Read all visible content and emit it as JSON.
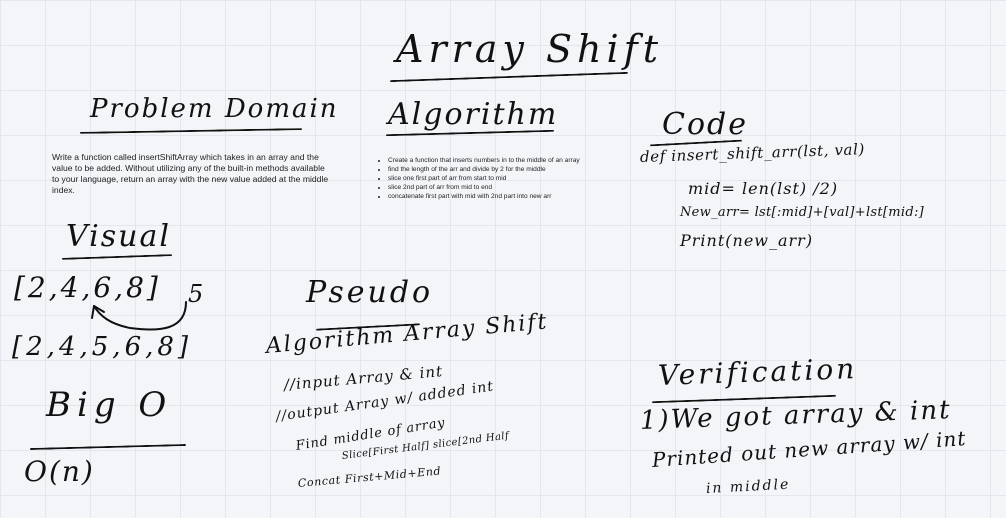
{
  "title": "Array Shift",
  "problem": {
    "heading": "Problem Domain",
    "text": "Write a function called insertShiftArray which takes in an array and the value to be added. Without utilizing any of the built-in methods available to your language, return an array with the new value added at the middle index."
  },
  "algorithm": {
    "heading": "Algorithm",
    "steps": [
      "Create a function that inserts numbers in to the middle of an array",
      "find the length of the arr and divide by 2 for the middle",
      "slice one first part of arr from start to mid",
      "slice 2nd part of arr from mid to end",
      "concatenate first part with mid with 2nd part into new arr"
    ]
  },
  "code": {
    "heading": "Code",
    "lines": [
      "def insert_shift_arr(lst, val)",
      "mid= len(lst) /2)",
      "New_arr= lst[:mid]+[val]+lst[mid:]",
      "Print(new_arr)"
    ]
  },
  "visual": {
    "heading": "Visual",
    "input_array": "[2,4,6,8]",
    "value": "5",
    "output_array": "[2,4,5,6,8]"
  },
  "bigo": {
    "heading": "Big O",
    "value": "O(n)"
  },
  "pseudo": {
    "heading": "Pseudo",
    "lines": [
      "Algorithm Array Shift",
      "//input Array & int",
      "//output Array w/ added int",
      "Find middle of array",
      "Slice[First Half] slice[2nd Half",
      "Concat First+Mid+End"
    ]
  },
  "verification": {
    "heading": "Verification",
    "line1": "1)We got array & int",
    "line2": "Printed out new array w/ int",
    "line3": "in middle"
  }
}
